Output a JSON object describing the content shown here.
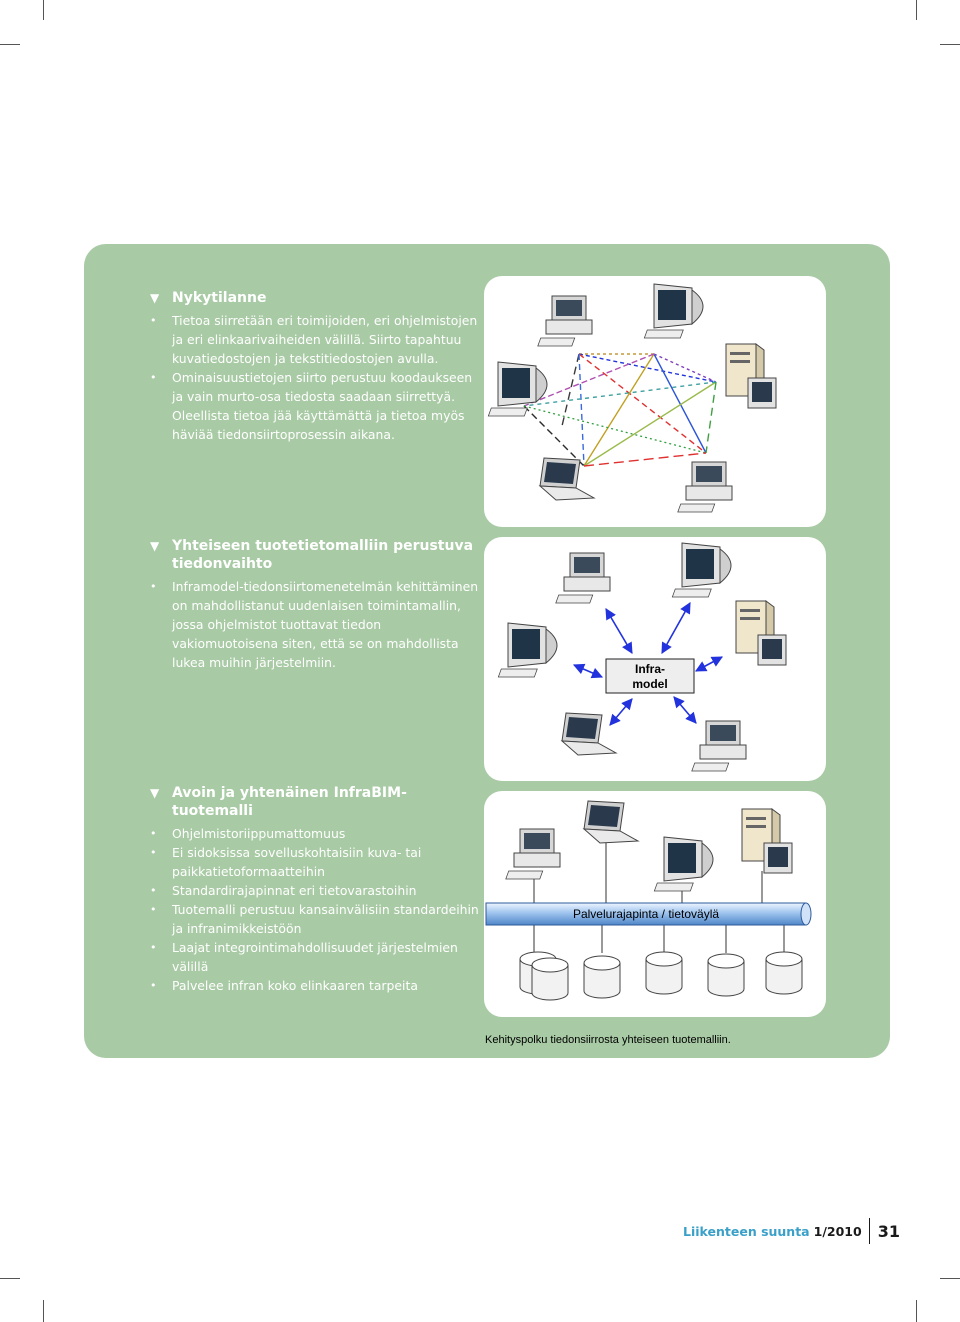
{
  "sections": [
    {
      "title": "Nykytilanne",
      "bullets": [
        "Tietoa siirretään eri toimijoiden, eri ohjelmistojen ja eri elinkaarivaiheiden välillä. Siirto tapahtuu kuvatiedostojen ja tekstitiedostojen avulla.",
        "Ominaisuustietojen siirto perustuu koodaukseen ja vain murto-osa tiedosta saadaan siirrettyä. Oleellista tietoa jää käyttämättä ja tietoa myös häviää tiedonsiirtoprosessin aikana."
      ]
    },
    {
      "title": "Yhteiseen tuotetietomalliin perustuva tiedonvaihto",
      "bullets": [
        "Inframodel-tiedonsiirtomenetelmän kehittäminen on mahdollistanut uudenlaisen toimintamallin, jossa ohjelmistot tuottavat tiedon vakiomuotoisena siten, että se on mahdollista lukea muihin järjestelmiin."
      ]
    },
    {
      "title": "Avoin ja yhtenäinen InfraBIM-tuotemalli",
      "bullets": [
        "Ohjelmistoriippumattomuus",
        "Ei sidoksissa sovelluskohtaisiin kuva- tai paikkatietoformaatteihin",
        "Standardirajapinnat eri tietovarastoihin",
        "Tuotemalli perustuu kansainvälisiin standardeihin ja infranimikkeistöön",
        "Laajat integrointimahdollisuudet järjestelmien välillä",
        "Palvelee infran koko elinkaaren tarpeita"
      ]
    }
  ],
  "diagrams": {
    "infra_line1": "Infra-",
    "infra_line2": "model",
    "bus_label": "Palvelurajapinta / tietoväylä"
  },
  "caption": "Kehityspolku tiedonsiirrosta yhteiseen tuotemalliin.",
  "footer": {
    "magazine": "Liikenteen suunta",
    "issue": "1/2010",
    "page": "31"
  },
  "colors": {
    "panel": "#a8caa4",
    "arrow": "#2233dd",
    "footer_accent": "#3aa0c8"
  },
  "icons": [
    "triangle-bullet-icon",
    "desktop-computer-icon",
    "crt-monitor-icon",
    "server-icon",
    "laptop-icon",
    "database-icon"
  ]
}
